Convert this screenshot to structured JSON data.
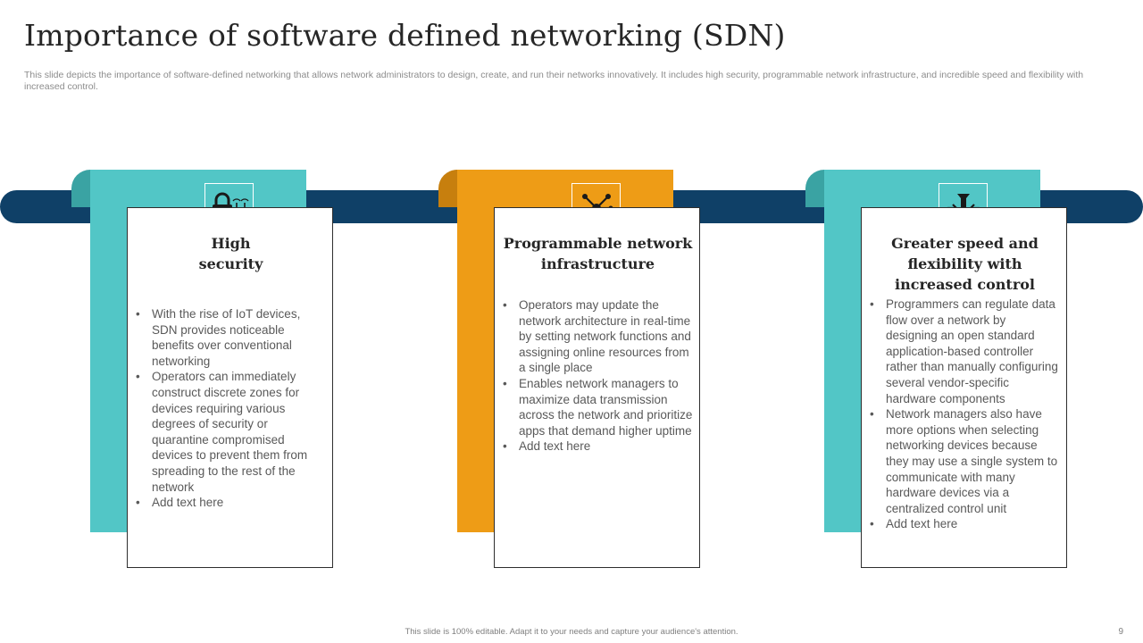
{
  "slide": {
    "title": "Importance of software defined networking (SDN)",
    "subtitle": "This slide depicts the importance of software-defined networking that allows network administrators to design, create, and run their networks innovatively. It includes high security, programmable network infrastructure, and incredible speed and flexibility with increased control.",
    "footer": "This slide is 100% editable. Adapt it to your needs and capture your audience's attention.",
    "page_number": "9"
  },
  "colors": {
    "teal": "#52c6c6",
    "orange": "#ee9c16",
    "navy_bar": "#0f4067"
  },
  "cards": [
    {
      "icon": "security-lock-icon",
      "heading_line1": "High",
      "heading_line2": "security",
      "bullets": [
        "With the rise of IoT devices, SDN provides noticeable benefits over conventional networking",
        "Operators can immediately construct discrete zones for devices requiring various degrees of security or quarantine compromised devices to prevent them from spreading to the rest of the network",
        "Add text here"
      ]
    },
    {
      "icon": "network-hub-icon",
      "heading_line1": "Programmable network",
      "heading_line2": "infrastructure",
      "bullets": [
        "Operators may update the network architecture in real-time by setting network functions and assigning online resources from a single place",
        "Enables network managers to maximize data transmission across the network and prioritize apps that demand higher uptime",
        "Add text here"
      ]
    },
    {
      "icon": "compress-arrows-icon",
      "heading_line1": "Greater speed and",
      "heading_line2": "flexibility with",
      "heading_line3": "increased control",
      "bullets": [
        "Programmers can regulate data flow over a network by designing an open standard application-based controller rather than manually configuring several vendor-specific hardware components",
        "Network managers also have more options when selecting networking devices because they may use a single system to communicate with many hardware devices via a centralized control unit",
        "Add text here"
      ]
    }
  ]
}
